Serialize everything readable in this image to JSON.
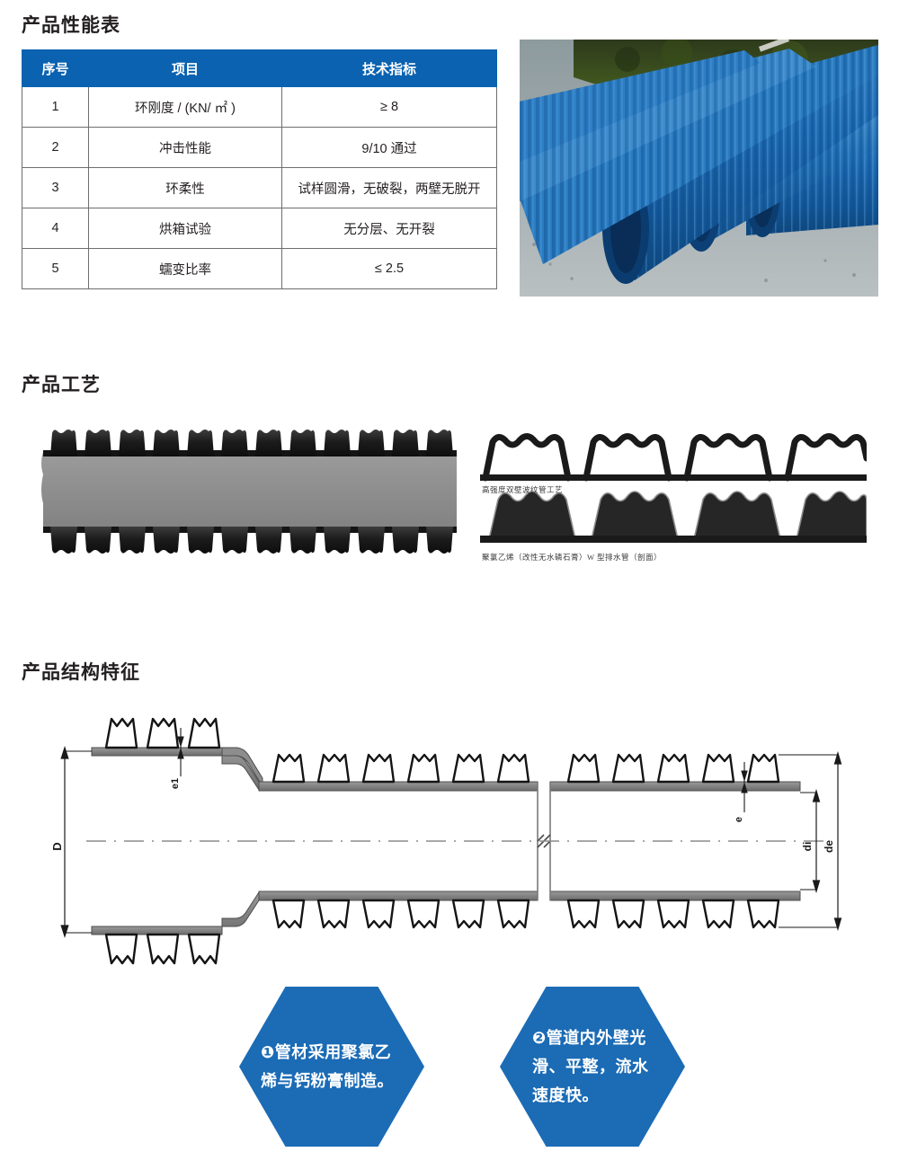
{
  "sections": {
    "performance_title": "产品性能表",
    "process_title": "产品工艺",
    "structure_title": "产品结构特征"
  },
  "performance_table": {
    "headers": [
      "序号",
      "项目",
      "技术指标"
    ],
    "rows": [
      {
        "no": "1",
        "item": "环刚度 / (KN/ ㎡ )",
        "spec": "≥ 8"
      },
      {
        "no": "2",
        "item": "冲击性能",
        "spec": "9/10 通过"
      },
      {
        "no": "3",
        "item": "环柔性",
        "spec": "试样圆滑，无破裂，两壁无脱开"
      },
      {
        "no": "4",
        "item": "烘箱试验",
        "spec": "无分层、无开裂"
      },
      {
        "no": "5",
        "item": "蠕变比率",
        "spec": "≤ 2.5"
      }
    ]
  },
  "photo": {
    "alt": "blue-corrugated-pipes-photo"
  },
  "process": {
    "left_diagram": "double-wall-corrugated-pipe-3d",
    "caption_top": "高强度双壁波纹管工艺",
    "caption_bottom": "聚氯乙烯（改性无水磷石膏）W 型排水管（剖面）"
  },
  "structure": {
    "labels": {
      "D": "D",
      "e1": "e1",
      "e": "e",
      "di": "di",
      "de": "de"
    }
  },
  "features": [
    {
      "num": "❶",
      "text": "管材采用聚氯乙烯与钙粉膏制造。"
    },
    {
      "num": "❷",
      "text": "管道内外壁光滑、平整，流水速度快。"
    }
  ],
  "colors": {
    "table_header_blue": "#0a62b0",
    "hex_blue": "#1b6bb5",
    "text_dark": "#231f20",
    "border_gray": "#6e6e6e"
  }
}
